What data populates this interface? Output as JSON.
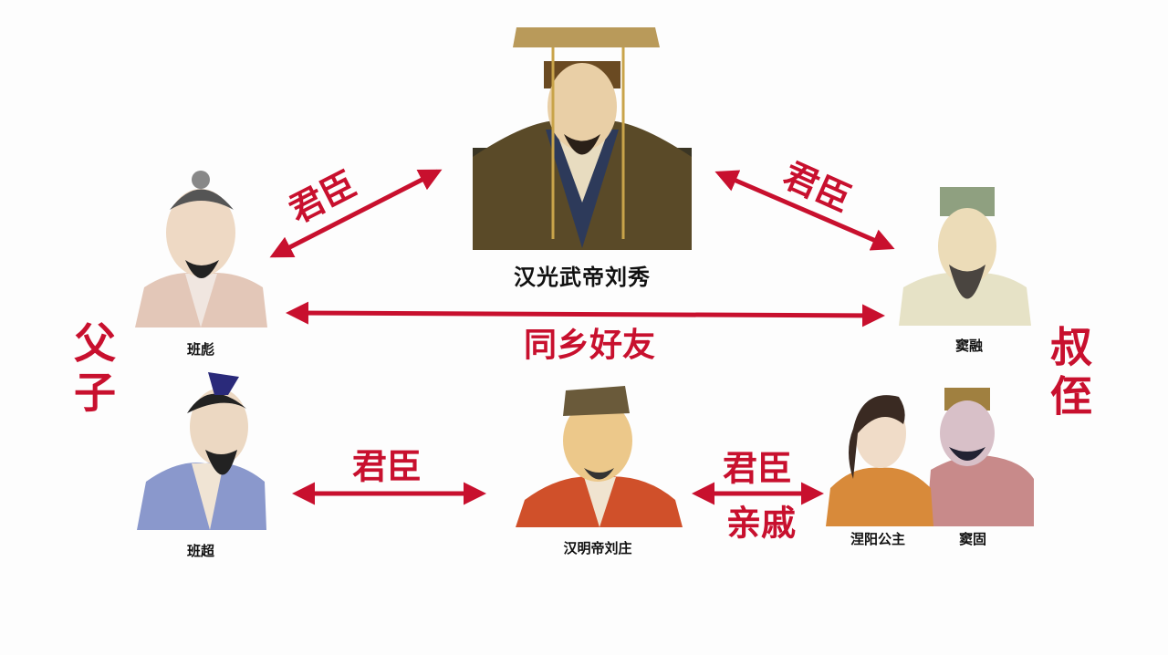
{
  "people": {
    "liu_xiu": "汉光武帝刘秀",
    "ban_biao": "班彪",
    "dou_rong": "窦融",
    "ban_chao": "班超",
    "liu_zhuang": "汉明帝刘庄",
    "nieyang": "涅阳公主",
    "dou_gu": "窦固"
  },
  "relations": {
    "liu_xiu_ban_biao": "君臣",
    "liu_xiu_dou_rong": "君臣",
    "ban_biao_dou_rong": "同乡好友",
    "ban_chao_liu_zhuang": "君臣",
    "liu_zhuang_dou_gu_1": "君臣",
    "liu_zhuang_dou_gu_2": "亲戚",
    "father_son": "父子",
    "uncle_nephew": "叔侄"
  },
  "colors": {
    "accent": "#c8102e"
  }
}
